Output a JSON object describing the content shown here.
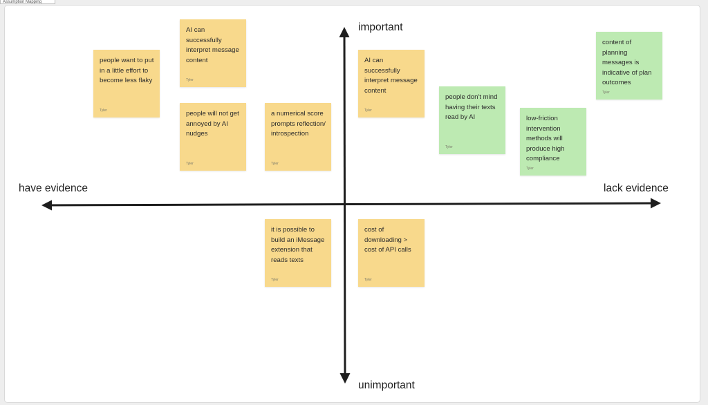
{
  "frame": {
    "title": "Assumption Mapping"
  },
  "axes": {
    "top": "important",
    "bottom": "unimportant",
    "left": "have evidence",
    "right": "lack evidence"
  },
  "notes": [
    {
      "id": "n1",
      "color": "yellow",
      "text": "people want to put in a little effort to become less flaky",
      "author": "Tyler"
    },
    {
      "id": "n2",
      "color": "yellow",
      "text": "AI can successfully interpret message content",
      "author": "Tyler"
    },
    {
      "id": "n3",
      "color": "yellow",
      "text": "people will not get annoyed by AI nudges",
      "author": "Tyler"
    },
    {
      "id": "n4",
      "color": "yellow",
      "text": "a numerical score prompts reflection/ introspection",
      "author": "Tyler"
    },
    {
      "id": "n5",
      "color": "yellow",
      "text": "AI can successfully interpret message content",
      "author": "Tyler"
    },
    {
      "id": "n6",
      "color": "green",
      "text": "people don't mind having their texts read by AI",
      "author": "Tyler"
    },
    {
      "id": "n7",
      "color": "green",
      "text": "low-friction intervention methods will produce high compliance",
      "author": "Tyler"
    },
    {
      "id": "n8",
      "color": "green",
      "text": "content of planning messages is indicative of plan outcomes",
      "author": "Tyler"
    },
    {
      "id": "n9",
      "color": "yellow",
      "text": "it is possible to build an iMessage extension that reads texts",
      "author": "Tyler"
    },
    {
      "id": "n10",
      "color": "yellow",
      "text": "cost of downloading > cost of API calls",
      "author": "Tyler"
    }
  ]
}
